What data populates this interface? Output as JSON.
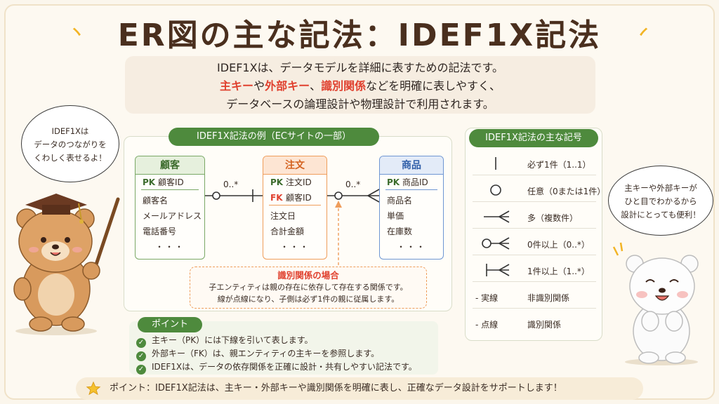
{
  "title": "ER図の主な記法：IDEF1X記法",
  "intro": {
    "line1": "IDEF1Xは、データモデルを詳細に表すための記法です。",
    "line2_parts": [
      "主キー",
      "や",
      "外部キー",
      "、",
      "識別関係",
      "などを明確に表しやすく、"
    ],
    "line3": "データベースの論理設計や物理設計で利用されます。"
  },
  "example": {
    "label": "IDEF1X記法の例（ECサイトの一部）",
    "entities": [
      {
        "name": "顧客",
        "pk_tag": "PK",
        "pk": "顧客ID",
        "attrs": [
          "顧客名",
          "メールアドレス",
          "電話番号",
          "・・・"
        ]
      },
      {
        "name": "注文",
        "pk_tag": "PK",
        "pk": "注文ID",
        "fk_tag": "FK",
        "fk": "顧客ID",
        "attrs": [
          "注文日",
          "合計金額",
          "・・・"
        ]
      },
      {
        "name": "商品",
        "pk_tag": "PK",
        "pk": "商品ID",
        "attrs": [
          "商品名",
          "単価",
          "在庫数",
          "・・・"
        ]
      }
    ],
    "card_left": "0..*",
    "card_right": "0..*",
    "callout_title": "識別関係の場合",
    "callout_line1": "子エンティティは親の存在に依存して存在する関係です。",
    "callout_line2": "線が点線になり、子側は必ず1件の親に従属します。"
  },
  "legend": {
    "label": "IDEF1X記法の主な記号",
    "rows": [
      {
        "icon": "bar-symbol",
        "text": "必ず1件（1..1）"
      },
      {
        "icon": "circle-symbol",
        "text": "任意（0または1件）"
      },
      {
        "icon": "crowfoot-symbol",
        "text": "多（複数件）"
      },
      {
        "icon": "circle-crowfoot-symbol",
        "text": "0件以上（0..*）"
      },
      {
        "icon": "bar-crowfoot-symbol",
        "text": "1件以上（1..*）"
      },
      {
        "sym": "- 実線",
        "text": "非識別関係"
      },
      {
        "sym": "- 点線",
        "text": "識別関係"
      }
    ]
  },
  "points": {
    "label": "ポイント",
    "items": [
      "主キー（PK）には下線を引いて表します。",
      "外部キー（FK）は、親エンティティの主キーを参照します。",
      "IDEF1Xは、データの依存関係を正確に設計・共有しやすい記法です。"
    ]
  },
  "footer": "ポイント：IDEF1X記法は、主キー・外部キーや識別関係を明確に表し、正確なデータ設計をサポートします！",
  "left_bubble": [
    "IDEF1Xは",
    "データのつながりを",
    "くわしく表せるよ！"
  ],
  "right_bubble": [
    "主キーや外部キーが",
    "ひと目でわかるから",
    "設計にとっても便利！"
  ],
  "colors": {
    "green": "#4e8a3d",
    "orange": "#ef9d5b",
    "blue": "#6f96d3",
    "red": "#e0412f",
    "title": "#4a2f1e"
  }
}
